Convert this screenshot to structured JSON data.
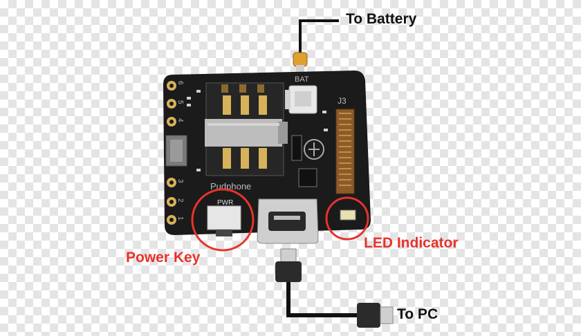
{
  "labels": {
    "battery": "To Battery",
    "pc": "To PC",
    "power_key": "Power Key",
    "led_indicator": "LED Indicator"
  },
  "board": {
    "bat_text": "BAT",
    "j3_text": "J3",
    "pwr_text": "PWR",
    "brand_text": "Pudphone",
    "pin_numbers": [
      "6",
      "5",
      "4",
      "3",
      "2",
      "1"
    ]
  },
  "colors": {
    "annotation_red": "#e8332d",
    "label_black": "#111111",
    "board": "#1b1b1b",
    "gold": "#d7b25a",
    "silver": "#c9c9c9"
  }
}
